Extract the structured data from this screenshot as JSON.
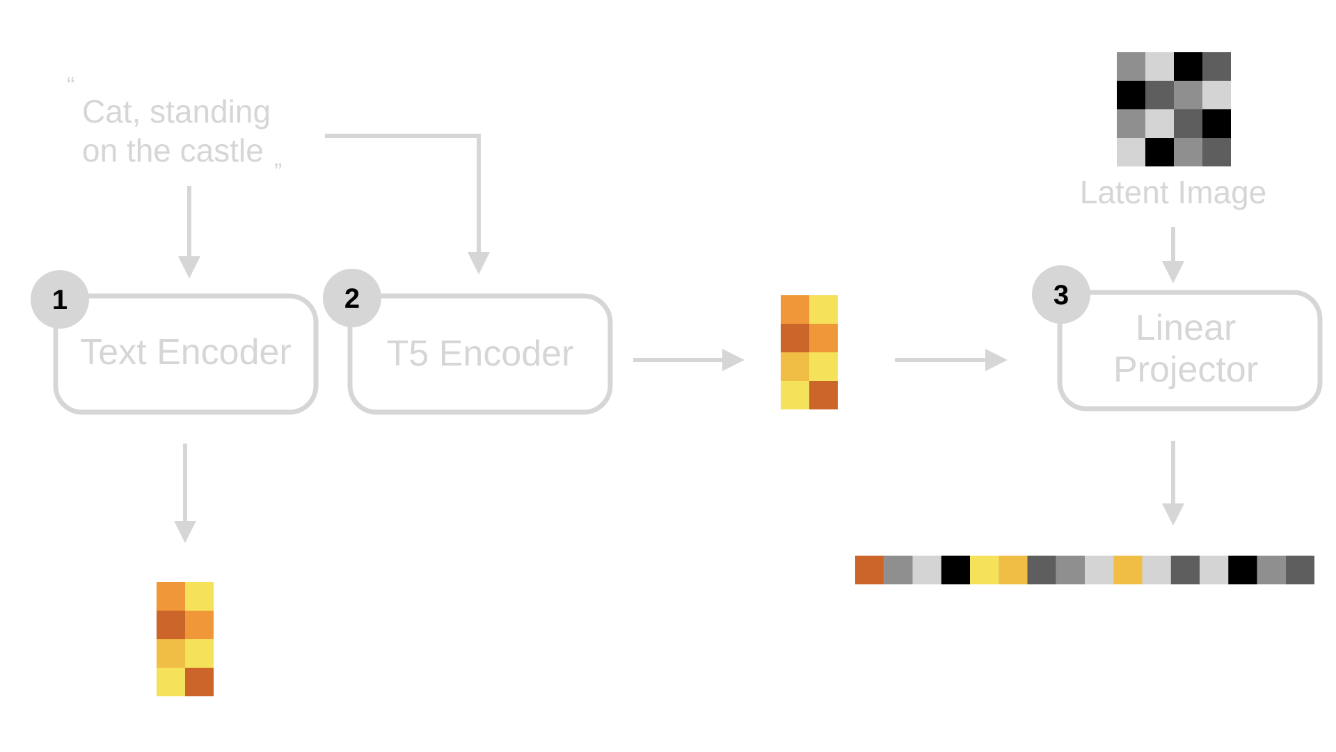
{
  "prompt": {
    "open_quote": "“",
    "line1": "Cat, standing",
    "line2": "on the castle",
    "close_quote": "”"
  },
  "steps": [
    {
      "number": "1",
      "label_lines": [
        "Text Encoder"
      ]
    },
    {
      "number": "2",
      "label_lines": [
        "T5 Encoder"
      ]
    },
    {
      "number": "3",
      "label_lines": [
        "Linear",
        "Projector"
      ]
    }
  ],
  "latent": {
    "label": "Latent Image"
  },
  "colors": {
    "outline": "#d6d6d6",
    "badge_text": "#000000",
    "orange": "#f0973a",
    "dark_orange": "#cc6529",
    "gold": "#f0be45",
    "yellow": "#f5e25a",
    "black": "#000000",
    "dark_gray": "#5e5e5e",
    "mid_gray": "#8f8f8f",
    "light_gray": "#d4d4d4"
  },
  "token_grids": {
    "text_encoder_output": [
      [
        "orange",
        "yellow"
      ],
      [
        "dark_orange",
        "orange"
      ],
      [
        "gold",
        "yellow"
      ],
      [
        "yellow",
        "dark_orange"
      ]
    ],
    "t5_encoder_output": [
      [
        "orange",
        "yellow"
      ],
      [
        "dark_orange",
        "orange"
      ],
      [
        "gold",
        "yellow"
      ],
      [
        "yellow",
        "dark_orange"
      ]
    ],
    "latent_image": [
      [
        "mid_gray",
        "light_gray",
        "black",
        "dark_gray"
      ],
      [
        "black",
        "dark_gray",
        "mid_gray",
        "light_gray"
      ],
      [
        "mid_gray",
        "light_gray",
        "dark_gray",
        "black"
      ],
      [
        "light_gray",
        "black",
        "mid_gray",
        "dark_gray"
      ]
    ],
    "combined_sequence": [
      [
        "dark_orange",
        "mid_gray",
        "light_gray",
        "black",
        "yellow",
        "gold",
        "dark_gray",
        "mid_gray",
        "light_gray",
        "gold",
        "light_gray",
        "dark_gray",
        "light_gray",
        "black",
        "mid_gray",
        "dark_gray"
      ]
    ]
  },
  "icons": {
    "arrows": "arrow-icon"
  }
}
